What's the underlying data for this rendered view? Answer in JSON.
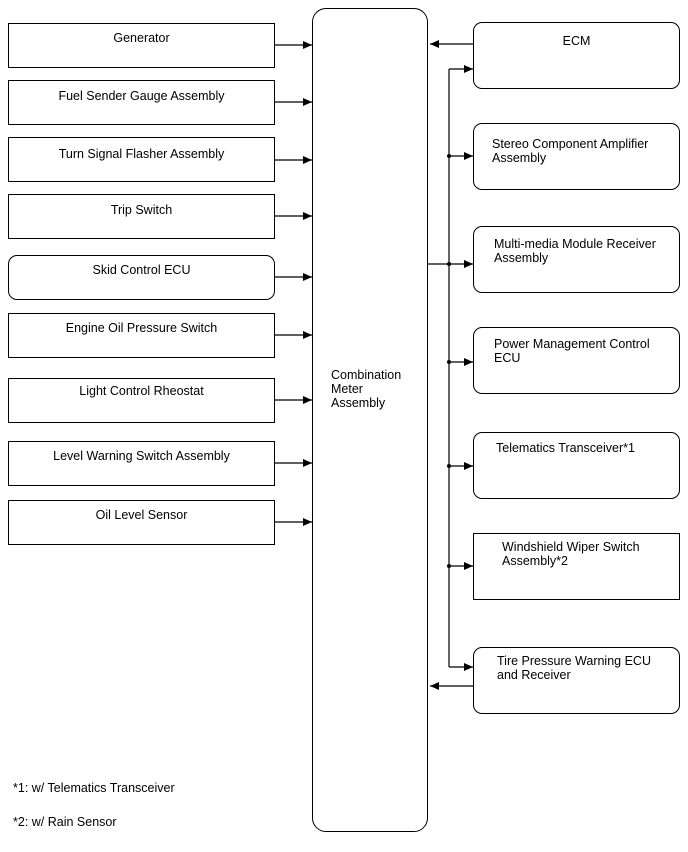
{
  "center": {
    "label": "Combination\nMeter\nAssembly"
  },
  "inputs": [
    "Generator",
    "Fuel Sender Gauge Assembly",
    "Turn  Signal Flasher Assembly",
    "Trip Switch",
    "Skid Control ECU",
    "Engine Oil Pressure Switch",
    "Light Control Rheostat",
    "Level Warning Switch Assembly",
    "Oil Level Sensor"
  ],
  "outputs": [
    "ECM",
    "Stereo Component Amplifier\nAssembly",
    "Multi-media Module Receiver\nAssembly",
    "Power Management Control\nECU",
    "Telematics Transceiver*1",
    "Windshield Wiper Switch\nAssembly*2",
    "Tire Pressure Warning ECU\nand Receiver"
  ],
  "notes": {
    "note1": "*1: w/ Telematics Transceiver",
    "note2": "*2: w/ Rain Sensor"
  }
}
